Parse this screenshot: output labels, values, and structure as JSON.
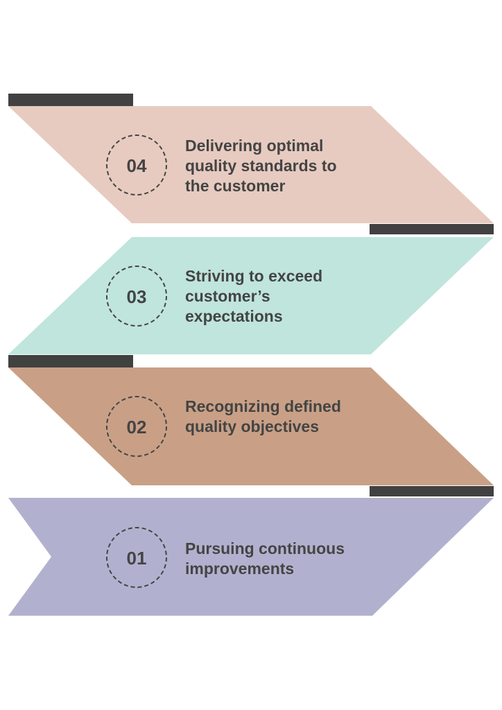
{
  "diagram": {
    "type": "staircase-arrow-steps",
    "colors": {
      "accent_bar": "#414141",
      "text": "#444444",
      "circle_stroke": "#444444"
    },
    "steps": [
      {
        "number": "04",
        "lines": [
          "Delivering optimal",
          "quality standards to",
          "the customer"
        ],
        "color": "#E7CBC0"
      },
      {
        "number": "03",
        "lines": [
          "Striving to exceed",
          "customer’s",
          "expectations"
        ],
        "color": "#BFE5DC"
      },
      {
        "number": "02",
        "lines": [
          "Recognizing defined",
          "quality objectives"
        ],
        "color": "#C9A086"
      },
      {
        "number": "01",
        "lines": [
          "Pursuing continuous",
          "improvements"
        ],
        "color": "#B1B1CF"
      }
    ]
  }
}
